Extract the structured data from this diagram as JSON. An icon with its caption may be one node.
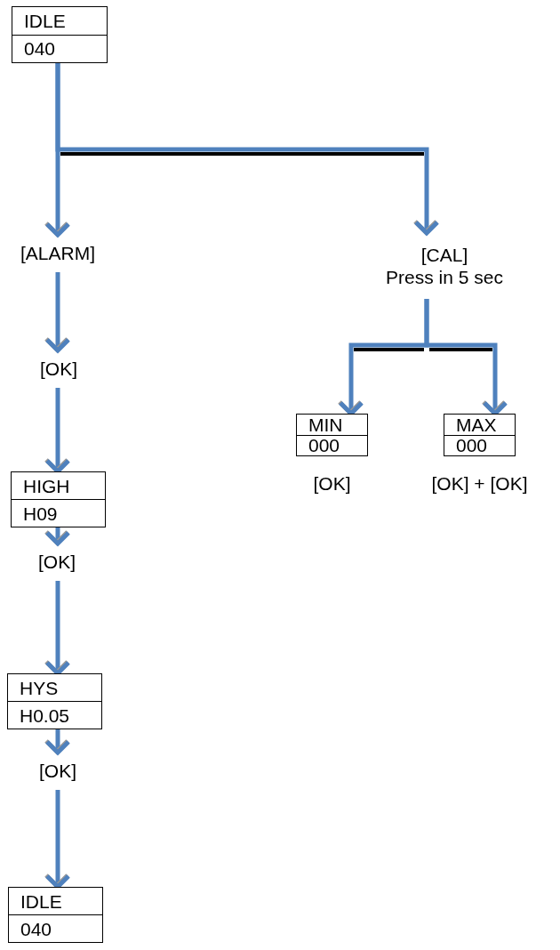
{
  "diagram": {
    "nodes": [
      {
        "text": [
          "IDLE",
          "040"
        ]
      },
      {
        "text": [
          "[ALARM]"
        ]
      },
      {
        "text": [
          "[OK]"
        ]
      },
      {
        "text": [
          "HIGH",
          "H09"
        ]
      },
      {
        "text": [
          "[OK]"
        ]
      },
      {
        "text": [
          "HYS",
          "H0.05"
        ]
      },
      {
        "text": [
          "[OK]"
        ]
      },
      {
        "text": [
          "IDLE",
          "040"
        ]
      },
      {
        "text": [
          "[CAL]",
          "Press in 5 sec"
        ]
      },
      {
        "text": [
          "MIN",
          "000"
        ],
        "beside": [
          "[OK]"
        ]
      },
      {
        "text": [
          "MAX",
          "000"
        ],
        "beside": [
          "[OK] + [OK]"
        ]
      }
    ],
    "edges": [
      {
        "from": 0,
        "to": 1,
        "arrow": "to"
      },
      {
        "from": 0,
        "to": 8,
        "arrow": "to"
      },
      {
        "from": 1,
        "to": 2,
        "arrow": "to"
      },
      {
        "from": 2,
        "to": 3,
        "arrow": "to"
      },
      {
        "from": 3,
        "to": 4,
        "arrow": "to"
      },
      {
        "from": 4,
        "to": 5,
        "arrow": "to"
      },
      {
        "from": 5,
        "to": 6,
        "arrow": "to"
      },
      {
        "from": 6,
        "to": 7,
        "arrow": "to"
      },
      {
        "from": 8,
        "to": 9,
        "arrow": "to"
      },
      {
        "from": 8,
        "to": 10,
        "arrow": "to"
      }
    ]
  }
}
